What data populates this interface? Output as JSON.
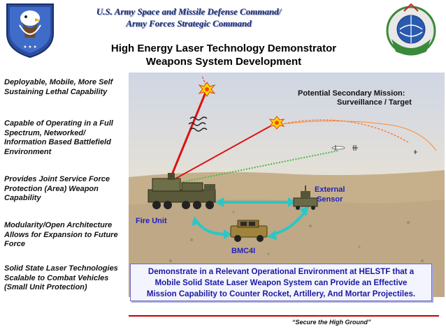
{
  "header": {
    "org_line1": "U.S. Army Space and Missile Defense Command/",
    "org_line2": "Army Forces Strategic Command",
    "title_line1": "High Energy Laser Technology Demonstrator",
    "title_line2": "Weapons System Development"
  },
  "bullets": [
    "Deployable, Mobile, More Self Sustaining Lethal Capability",
    "Capable of Operating in a Full Spectrum, Networked/ Information Based Battlefield Environment",
    "Provides Joint Service Force Protection (Area) Weapon Capability",
    "Modularity/Open Architecture Allows for Expansion to Future Force",
    "Solid State Laser Technologies Scalable to Combat Vehicles (Small Unit Protection)"
  ],
  "scene": {
    "mission_line1": "Potential Secondary Mission:",
    "mission_line2": "Surveillance / Target",
    "fire_unit": "Fire Unit",
    "external_line1": "External",
    "external_line2": "Sensor",
    "bmc4i": "BMC4I"
  },
  "callout": {
    "line1": "Demonstrate in a Relevant Operational Environment at HELSTF that a",
    "line2": "Mobile Solid State Laser Weapon System can Provide an Effective",
    "line3": "Mission Capability to Counter Rocket, Artillery, And Mortar Projectiles."
  },
  "footer": {
    "motto": "“Secure the High Ground”"
  },
  "colors": {
    "org_blue": "#1c2c74",
    "label_blue": "#2020c0",
    "laser_red": "#dd1111",
    "link_teal": "#2cc6c6"
  },
  "icons": {
    "left_logo": "eagle-shield-emblem",
    "right_logo": "globe-crest-emblem"
  }
}
